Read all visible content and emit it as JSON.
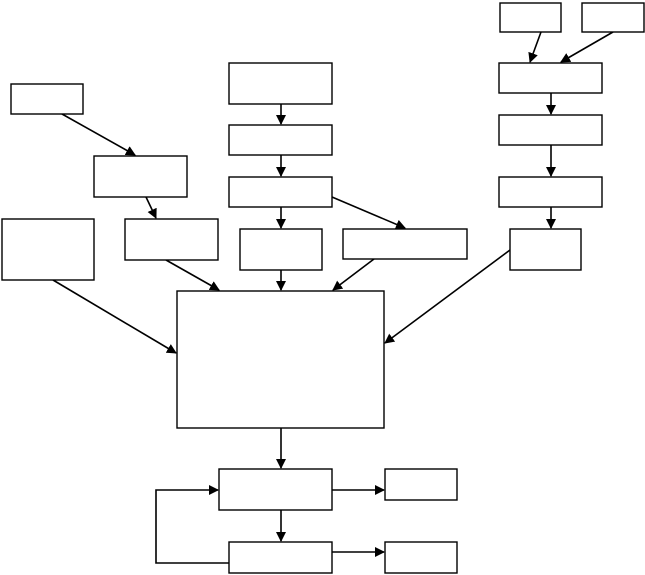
{
  "diagram": {
    "nodes": [
      {
        "id": "top-right-a",
        "label": ""
      },
      {
        "id": "top-right-b",
        "label": ""
      },
      {
        "id": "right-1",
        "label": ""
      },
      {
        "id": "right-2",
        "label": ""
      },
      {
        "id": "right-3",
        "label": ""
      },
      {
        "id": "right-4",
        "label": ""
      },
      {
        "id": "center-1",
        "label": ""
      },
      {
        "id": "center-2",
        "label": ""
      },
      {
        "id": "center-3",
        "label": ""
      },
      {
        "id": "center-4a",
        "label": ""
      },
      {
        "id": "center-4b",
        "label": ""
      },
      {
        "id": "left-1",
        "label": ""
      },
      {
        "id": "left-2",
        "label": ""
      },
      {
        "id": "left-3",
        "label": ""
      },
      {
        "id": "far-left",
        "label": ""
      },
      {
        "id": "main",
        "label": ""
      },
      {
        "id": "bottom-1",
        "label": ""
      },
      {
        "id": "bottom-1-out",
        "label": ""
      },
      {
        "id": "bottom-2",
        "label": ""
      },
      {
        "id": "bottom-2-out",
        "label": ""
      }
    ],
    "edges": [
      {
        "from": "top-right-a",
        "to": "right-1"
      },
      {
        "from": "top-right-b",
        "to": "right-1"
      },
      {
        "from": "right-1",
        "to": "right-2"
      },
      {
        "from": "right-2",
        "to": "right-3"
      },
      {
        "from": "right-3",
        "to": "right-4"
      },
      {
        "from": "right-4",
        "to": "main"
      },
      {
        "from": "center-1",
        "to": "center-2"
      },
      {
        "from": "center-2",
        "to": "center-3"
      },
      {
        "from": "center-3",
        "to": "center-4a"
      },
      {
        "from": "center-3",
        "to": "center-4b"
      },
      {
        "from": "center-4a",
        "to": "main"
      },
      {
        "from": "center-4b",
        "to": "main"
      },
      {
        "from": "left-1",
        "to": "left-2"
      },
      {
        "from": "left-2",
        "to": "left-3"
      },
      {
        "from": "left-3",
        "to": "main"
      },
      {
        "from": "far-left",
        "to": "main"
      },
      {
        "from": "main",
        "to": "bottom-1"
      },
      {
        "from": "bottom-1",
        "to": "bottom-1-out"
      },
      {
        "from": "bottom-1",
        "to": "bottom-2"
      },
      {
        "from": "bottom-2",
        "to": "bottom-2-out"
      },
      {
        "from": "bottom-2",
        "to": "bottom-1"
      }
    ],
    "colors": {
      "stroke": "#000000",
      "fill": "#ffffff",
      "background": "#ffffff"
    }
  }
}
